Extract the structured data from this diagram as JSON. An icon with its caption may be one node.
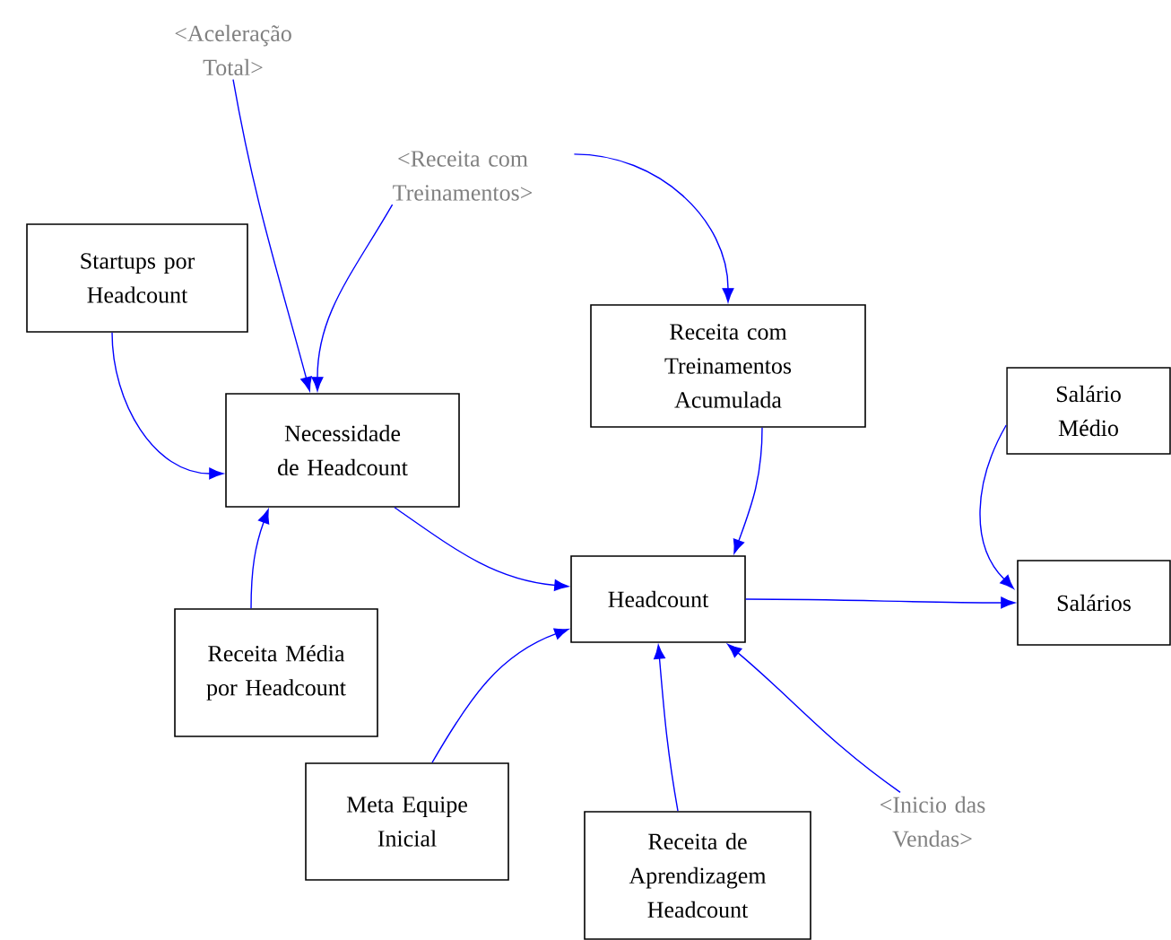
{
  "diagram": {
    "nodes": [
      {
        "text": [
          "<Aceleração Total>"
        ]
      },
      {
        "text": [
          "<Receita com Treinamentos>"
        ]
      },
      {
        "text": [
          "Startups por Headcount"
        ]
      },
      {
        "text": [
          "Receita com Treinamentos Acumulada"
        ]
      },
      {
        "text": [
          "Salário Médio"
        ]
      },
      {
        "text": [
          "Necessidade de Headcount"
        ]
      },
      {
        "text": [
          "Headcount"
        ]
      },
      {
        "text": [
          "Salários"
        ]
      },
      {
        "text": [
          "Receita Média por Headcount"
        ]
      },
      {
        "text": [
          "Meta Equipe Inicial"
        ]
      },
      {
        "text": [
          "<Inicio das Vendas>"
        ]
      },
      {
        "text": [
          "Receita de Aprendizagem Headcount"
        ]
      }
    ],
    "edges": [
      {
        "from": 0,
        "to": 5,
        "arrow": "to"
      },
      {
        "from": 1,
        "to": 5,
        "arrow": "to"
      },
      {
        "from": 1,
        "to": 3,
        "arrow": "to"
      },
      {
        "from": 2,
        "to": 5,
        "arrow": "to"
      },
      {
        "from": 8,
        "to": 5,
        "arrow": "to"
      },
      {
        "from": 5,
        "to": 6,
        "arrow": "to"
      },
      {
        "from": 3,
        "to": 6,
        "arrow": "to"
      },
      {
        "from": 9,
        "to": 6,
        "arrow": "to"
      },
      {
        "from": 11,
        "to": 6,
        "arrow": "to"
      },
      {
        "from": 10,
        "to": 6,
        "arrow": "to"
      },
      {
        "from": 6,
        "to": 7,
        "arrow": "to"
      },
      {
        "from": 4,
        "to": 7,
        "arrow": "to"
      }
    ]
  }
}
